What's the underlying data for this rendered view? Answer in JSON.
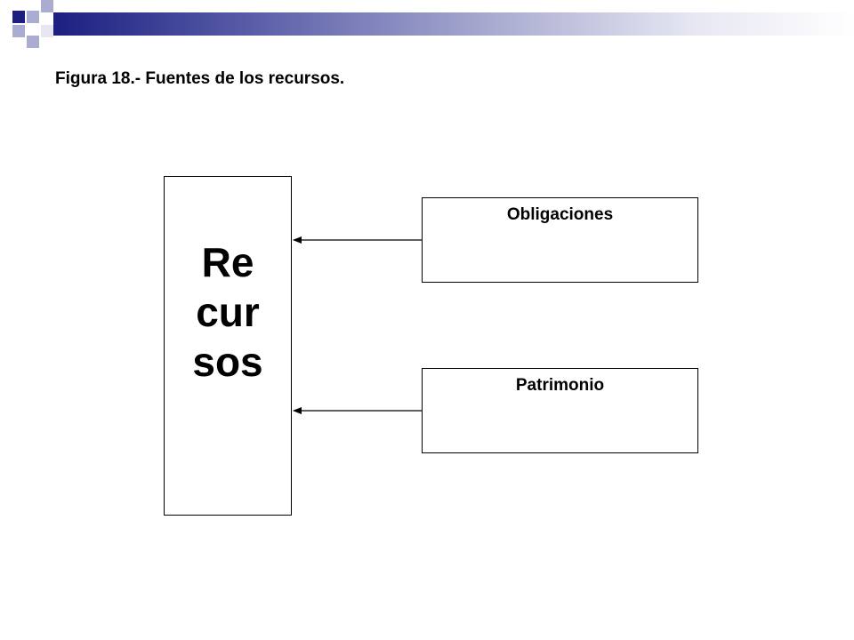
{
  "title": "Figura 18.- Fuentes de los recursos.",
  "colors": {
    "banner_dark": "#1c1f80",
    "banner_light": "#a9abd0",
    "text": "#000000",
    "line": "#000000"
  },
  "diagram": {
    "target": {
      "lines": [
        "Re",
        "cur",
        "sos"
      ]
    },
    "sources": [
      {
        "label": "Obligaciones"
      },
      {
        "label": "Patrimonio"
      }
    ]
  }
}
